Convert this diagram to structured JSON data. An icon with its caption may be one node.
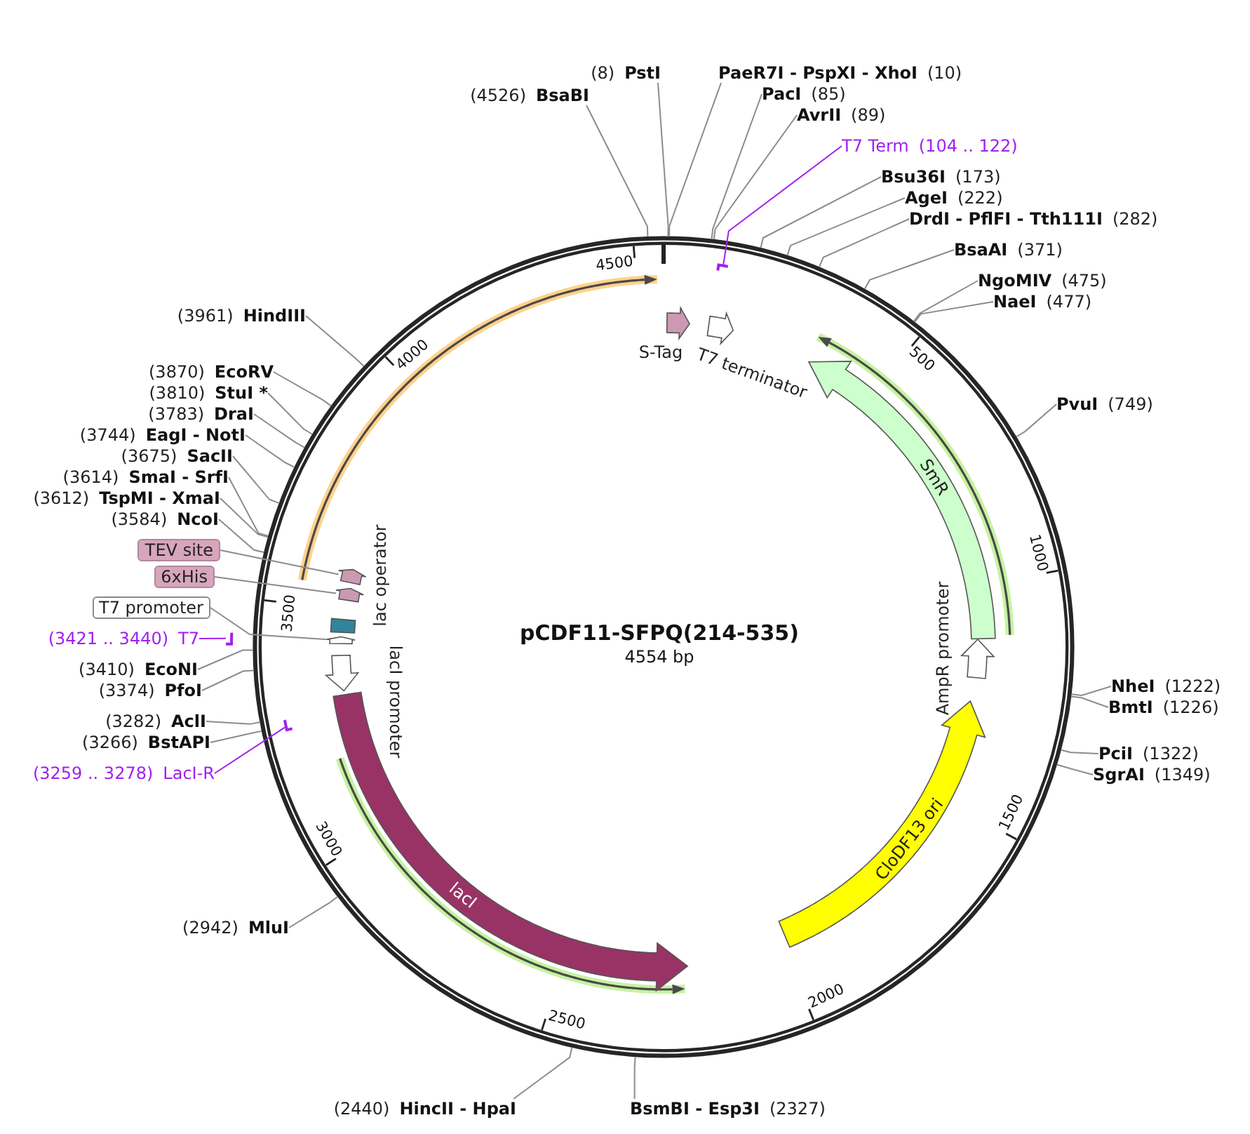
{
  "diagram": {
    "title": "pCDF11-SFPQ(214-535)",
    "nodes": [
      {
        "text": [
          "(8)",
          "PstI"
        ]
      },
      {
        "text": [
          "PaeR7I - PspXI - XhoI",
          "(10)"
        ]
      },
      {
        "text": [
          "PacI",
          "(85)"
        ]
      },
      {
        "text": [
          "AvrII",
          "(89)"
        ]
      },
      {
        "text": [
          "T7 Term",
          "(104 .. 122)"
        ]
      },
      {
        "text": [
          "Bsu36I",
          "(173)"
        ]
      },
      {
        "text": [
          "AgeI",
          "(222)"
        ]
      },
      {
        "text": [
          "DrdI - PflFI - Tth111I",
          "(282)"
        ]
      },
      {
        "text": [
          "BsaAI",
          "(371)"
        ]
      },
      {
        "text": [
          "NgoMIV",
          "(475)"
        ]
      },
      {
        "text": [
          "NaeI",
          "(477)"
        ]
      },
      {
        "text": [
          "PvuI",
          "(749)"
        ]
      },
      {
        "text": [
          "NheI",
          "(1222)"
        ]
      },
      {
        "text": [
          "BmtI",
          "(1226)"
        ]
      },
      {
        "text": [
          "PciI",
          "(1322)"
        ]
      },
      {
        "text": [
          "SgrAI",
          "(1349)"
        ]
      },
      {
        "text": [
          "BsmBI - Esp3I",
          "(2327)"
        ]
      },
      {
        "text": [
          "(2440)",
          "HincII - HpaI"
        ]
      },
      {
        "text": [
          "(2942)",
          "MluI"
        ]
      },
      {
        "text": [
          "(3259 .. 3278)",
          "LacI-R"
        ]
      },
      {
        "text": [
          "(3266)",
          "BstAPI"
        ]
      },
      {
        "text": [
          "(3282)",
          "AclI"
        ]
      },
      {
        "text": [
          "(3374)",
          "PfoI"
        ]
      },
      {
        "text": [
          "(3410)",
          "EcoNI"
        ]
      },
      {
        "text": [
          "(3421 .. 3440)",
          "T7"
        ]
      },
      {
        "text": [
          "T7 promoter"
        ]
      },
      {
        "text": [
          "6xHis"
        ]
      },
      {
        "text": [
          "TEV site"
        ]
      },
      {
        "text": [
          "(3584)",
          "NcoI"
        ]
      },
      {
        "text": [
          "(3612)",
          "TspMI - XmaI"
        ]
      },
      {
        "text": [
          "(3614)",
          "SmaI - SrfI"
        ]
      },
      {
        "text": [
          "(3675)",
          "SacII"
        ]
      },
      {
        "text": [
          "(3744)",
          "EagI - NotI"
        ]
      },
      {
        "text": [
          "(3783)",
          "DraI"
        ]
      },
      {
        "text": [
          "(3810)",
          "StuI *"
        ]
      },
      {
        "text": [
          "(3870)",
          "EcoRV"
        ]
      },
      {
        "text": [
          "(3961)",
          "HindIII"
        ]
      },
      {
        "text": [
          "(4526)",
          "BsaBI"
        ]
      },
      {
        "text": [
          "S-Tag"
        ]
      },
      {
        "text": [
          "T7 terminator"
        ]
      },
      {
        "text": [
          "SmR"
        ]
      },
      {
        "text": [
          "AmpR promoter"
        ]
      },
      {
        "text": [
          "CloDF13 ori"
        ]
      },
      {
        "text": [
          "lacI"
        ]
      },
      {
        "text": [
          "lacI promoter"
        ]
      },
      {
        "text": [
          "lac operator"
        ]
      },
      {
        "text": [],
        "shape": "arrow"
      },
      {
        "text": [],
        "shape": "arrow"
      },
      {
        "text": [],
        "shape": "arrow"
      },
      {
        "text": [],
        "shape": "bar"
      },
      {
        "text": [],
        "shape": "bar"
      },
      {
        "text": [],
        "shape": "bar"
      }
    ],
    "edges": [
      {
        "from": 0,
        "to": null,
        "arrow": "none"
      },
      {
        "from": 1,
        "to": null,
        "arrow": "none"
      },
      {
        "from": 2,
        "to": null,
        "arrow": "none"
      },
      {
        "from": 3,
        "to": null,
        "arrow": "none"
      },
      {
        "from": 4,
        "to": 49,
        "arrow": "none",
        "color": "#a020f0"
      },
      {
        "from": 5,
        "to": null,
        "arrow": "none"
      },
      {
        "from": 6,
        "to": null,
        "arrow": "none"
      },
      {
        "from": 7,
        "to": null,
        "arrow": "none"
      },
      {
        "from": 8,
        "to": null,
        "arrow": "none"
      },
      {
        "from": 9,
        "to": null,
        "arrow": "none"
      },
      {
        "from": 10,
        "to": null,
        "arrow": "none"
      },
      {
        "from": 11,
        "to": null,
        "arrow": "none"
      },
      {
        "from": 12,
        "to": null,
        "arrow": "none"
      },
      {
        "from": 13,
        "to": null,
        "arrow": "none"
      },
      {
        "from": 14,
        "to": null,
        "arrow": "none"
      },
      {
        "from": 15,
        "to": null,
        "arrow": "none"
      },
      {
        "from": 16,
        "to": null,
        "arrow": "none"
      },
      {
        "from": 17,
        "to": null,
        "arrow": "none"
      },
      {
        "from": 18,
        "to": null,
        "arrow": "none"
      },
      {
        "from": 19,
        "to": 51,
        "arrow": "none",
        "color": "#a020f0"
      },
      {
        "from": 20,
        "to": null,
        "arrow": "none"
      },
      {
        "from": 21,
        "to": null,
        "arrow": "none"
      },
      {
        "from": 22,
        "to": null,
        "arrow": "none"
      },
      {
        "from": 23,
        "to": null,
        "arrow": "none"
      },
      {
        "from": 24,
        "to": 50,
        "arrow": "none",
        "color": "#a020f0"
      },
      {
        "from": 25,
        "to": 48,
        "arrow": "none"
      },
      {
        "from": 26,
        "to": 47,
        "arrow": "none"
      },
      {
        "from": 27,
        "to": 46,
        "arrow": "none"
      },
      {
        "from": 28,
        "to": null,
        "arrow": "none"
      },
      {
        "from": 29,
        "to": null,
        "arrow": "none"
      },
      {
        "from": 30,
        "to": null,
        "arrow": "none"
      },
      {
        "from": 31,
        "to": null,
        "arrow": "none"
      },
      {
        "from": 32,
        "to": null,
        "arrow": "none"
      },
      {
        "from": 33,
        "to": null,
        "arrow": "none"
      },
      {
        "from": 34,
        "to": null,
        "arrow": "none"
      },
      {
        "from": 35,
        "to": null,
        "arrow": "none"
      },
      {
        "from": 36,
        "to": null,
        "arrow": "none"
      },
      {
        "from": 37,
        "to": null,
        "arrow": "none"
      }
    ],
    "labels": [
      "4554 bp",
      "500",
      "1000",
      "1500",
      "2000",
      "2500",
      "3000",
      "3500",
      "4000",
      "4500"
    ]
  }
}
